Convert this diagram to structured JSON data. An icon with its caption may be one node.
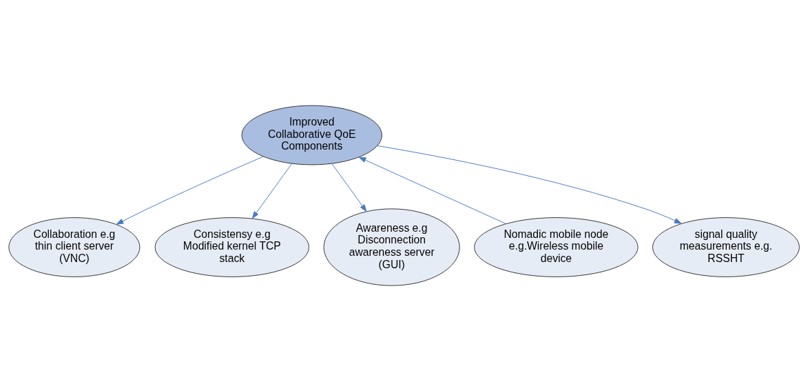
{
  "diagram": {
    "nodes": [
      {
        "text": [
          "Improved Collaborative QoE Components"
        ]
      },
      {
        "text": [
          "Collaboration e.g thin client server (VNC)"
        ]
      },
      {
        "text": [
          "signal quality measurements e.g. RSSHT"
        ]
      },
      {
        "text": [
          "Consistensy e.g Modified kernel TCP stack"
        ]
      },
      {
        "text": [
          "Awareness e.g Disconnection awareness server (GUI)"
        ]
      },
      {
        "text": [
          "Nomadic mobile node e.g.Wireless mobile device"
        ]
      }
    ],
    "edges": [
      {
        "from": 0,
        "to": 1,
        "arrow": "to"
      },
      {
        "from": 0,
        "to": 3,
        "arrow": "to"
      },
      {
        "from": 0,
        "to": 4,
        "arrow": "to"
      },
      {
        "from": 5,
        "to": 0,
        "arrow": "to"
      },
      {
        "from": 0,
        "to": 2,
        "arrow": "to"
      }
    ]
  }
}
